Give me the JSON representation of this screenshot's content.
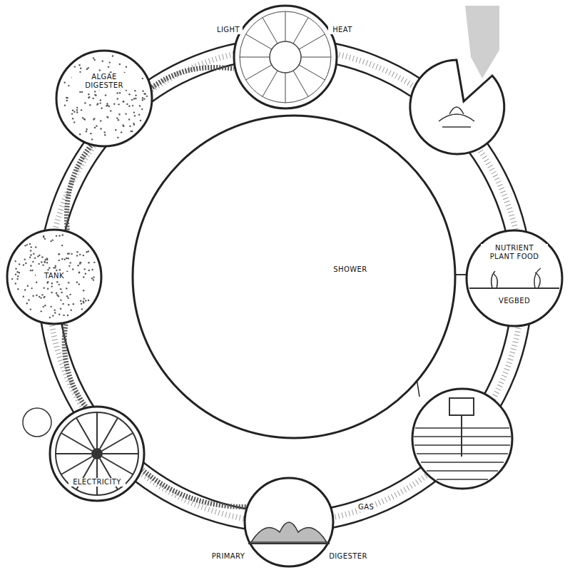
{
  "diagram": {
    "nodes": [
      {
        "text": [
          "LIGHT",
          "HEAT"
        ]
      },
      {
        "text": [
          "ALGAE DIGESTER"
        ]
      },
      {
        "text": [
          "NUTRIENT PLANT FOOD",
          "VEGBED"
        ]
      },
      {
        "text": [
          "TANK"
        ]
      },
      {
        "text": [
          "SHOWER"
        ]
      },
      {
        "text": [
          "ELECTRICITY"
        ]
      },
      {
        "text": [
          "PRIMARY",
          "DIGESTER"
        ]
      }
    ],
    "edges": [
      {
        "from": 1,
        "to": 0,
        "arrow": "none"
      },
      {
        "from": 3,
        "to": 1,
        "arrow": "none"
      },
      {
        "from": 5,
        "to": 3,
        "arrow": "none"
      },
      {
        "from": 6,
        "to": 5,
        "arrow": "none"
      }
    ],
    "labels": [
      "GAS"
    ]
  }
}
